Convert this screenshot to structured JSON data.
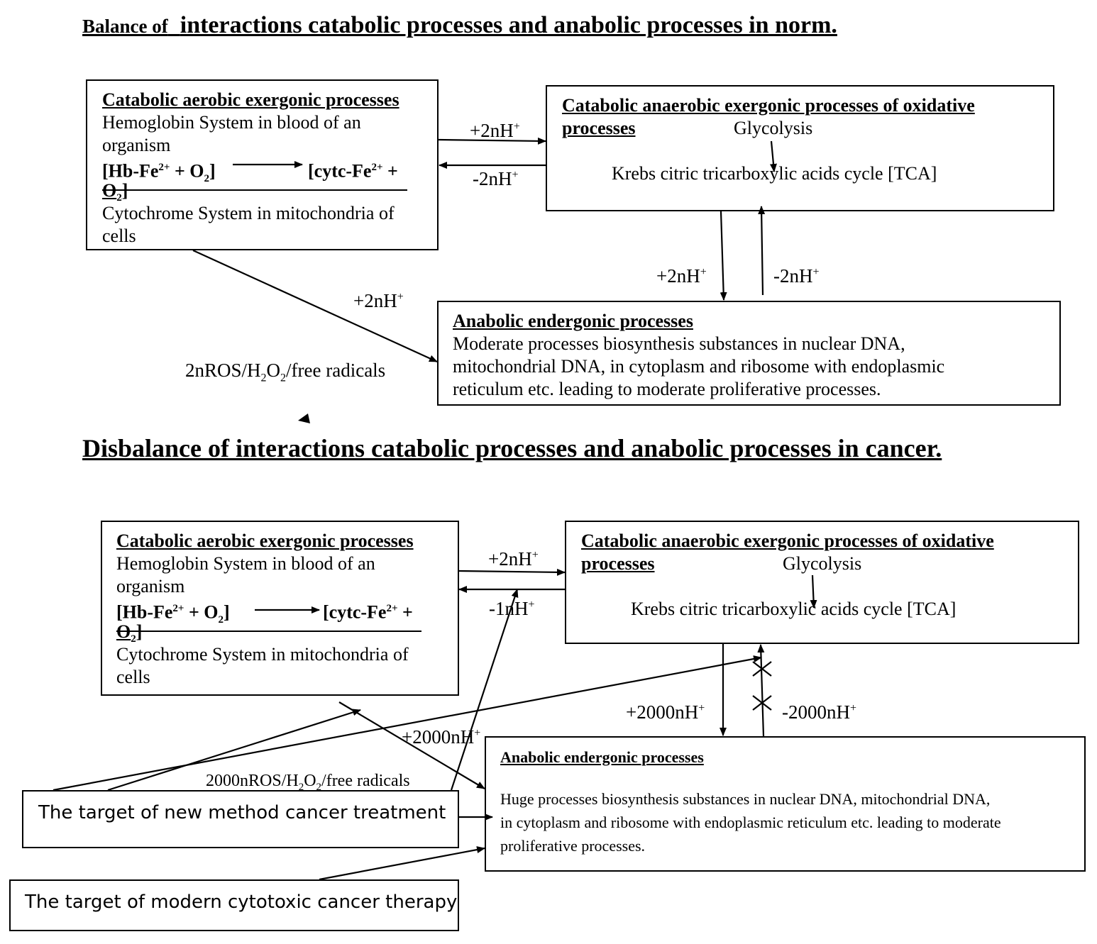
{
  "top": {
    "title_prefix": "Balance of",
    "title_main": "interactions catabolic processes and anabolic processes in norm.",
    "aerobic": {
      "heading": "Catabolic aerobic exergonic processes",
      "line1": "Hemoglobin System in blood of an",
      "line2": "organism",
      "left_formula_a": "[Hb-Fe",
      "sup1": "2+",
      "left_formula_b": " + O",
      "sub1": "2",
      "left_formula_c": "]",
      "right_formula_a": "[cytc-Fe",
      "sup2": "2+",
      "right_formula_b": " +",
      "line_o2a": "O",
      "sub2": "2",
      "line_o2b": "]",
      "line4": "Cytochrome System in mitochondria of",
      "line5": "cells"
    },
    "anaerobic": {
      "heading_line1": "Catabolic anaerobic exergonic processes of oxidative",
      "heading_line2": "processes",
      "glycolysis": "Glycolysis",
      "krebs": "Krebs citric tricarboxylic acids cycle [TCA]"
    },
    "anabolic": {
      "heading": "Anabolic endergonic processes",
      "line1": "Moderate processes biosynthesis substances in nuclear DNA,",
      "line2": "mitochondrial DNA, in cytoplasm and ribosome with endoplasmic",
      "line3": "reticulum etc. leading to moderate proliferative processes."
    },
    "labels": {
      "h_forward": "+2nH",
      "h_back": "-2nH",
      "v_down": "+2nH",
      "v_up": "-2nH",
      "diag": "+2nH",
      "plus_sup": "+",
      "ros_a": "2nROS/H",
      "ros_sub1": "2",
      "ros_b": "O",
      "ros_sub2": "2",
      "ros_c": "/free radicals"
    }
  },
  "bottom": {
    "title": "Disbalance of interactions catabolic processes and anabolic processes in cancer.",
    "aerobic": {
      "heading": "Catabolic aerobic exergonic processes",
      "line1": "Hemoglobin System in blood of an",
      "line2": "organism",
      "left_formula_a": "[Hb-Fe",
      "sup1": "2+",
      "left_formula_b": " + O",
      "sub1": "2",
      "left_formula_c": "]",
      "right_formula_a": "[cytc-Fe",
      "sup2": "2+",
      "right_formula_b": " +",
      "line_o2a": "O",
      "sub2": "2",
      "line_o2b": "]",
      "line4": "Cytochrome System in mitochondria of",
      "line5": "cells"
    },
    "anaerobic": {
      "heading_line1": "Catabolic anaerobic exergonic processes of oxidative",
      "heading_line2": "processes",
      "glycolysis": "Glycolysis",
      "krebs": "Krebs citric tricarboxylic acids cycle [TCA]"
    },
    "anabolic": {
      "heading": "Anabolic endergonic processes",
      "line1": "Huge processes biosynthesis substances in nuclear DNA, mitochondrial DNA,",
      "line2": "in cytoplasm and ribosome with endoplasmic reticulum etc. leading to moderate",
      "line3": "proliferative processes."
    },
    "labels": {
      "h_forward": "+2nH",
      "h_back": "-1nH",
      "v_down": "+2000nH",
      "v_up": "-2000nH",
      "diag": "+2000nH",
      "plus_sup": "+",
      "ros_a": "2000nROS/H",
      "ros_sub1": "2",
      "ros_b": "O",
      "ros_sub2": "2",
      "ros_c": "/free radicals"
    },
    "target_new": "The target of new method cancer treatment",
    "target_modern": "The target of modern cytotoxic cancer therapy"
  }
}
